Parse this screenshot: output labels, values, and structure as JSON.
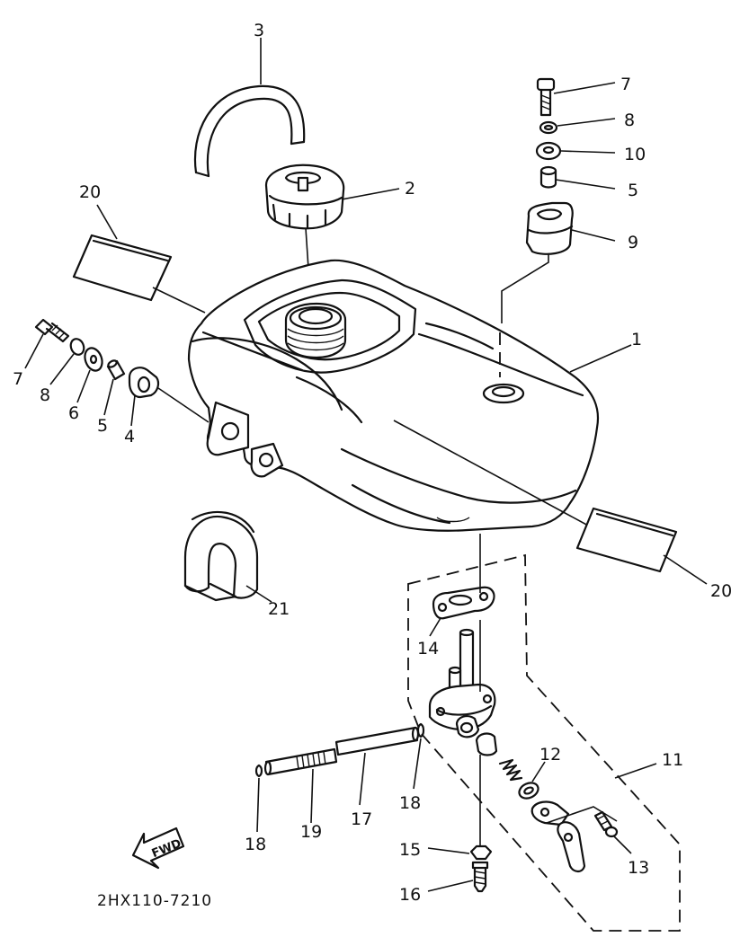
{
  "diagram_code": "2HX110-7210",
  "direction_label": "FWD",
  "callouts": {
    "c1": "1",
    "c2": "2",
    "c3": "3",
    "c4": "4",
    "c5a": "5",
    "c5b": "5",
    "c6": "6",
    "c7a": "7",
    "c7b": "7",
    "c8a": "8",
    "c8b": "8",
    "c9": "9",
    "c10": "10",
    "c11": "11",
    "c12": "12",
    "c13": "13",
    "c14": "14",
    "c15": "15",
    "c16": "16",
    "c17": "17",
    "c18a": "18",
    "c18b": "18",
    "c19": "19",
    "c20a": "20",
    "c20b": "20",
    "c21": "21"
  }
}
